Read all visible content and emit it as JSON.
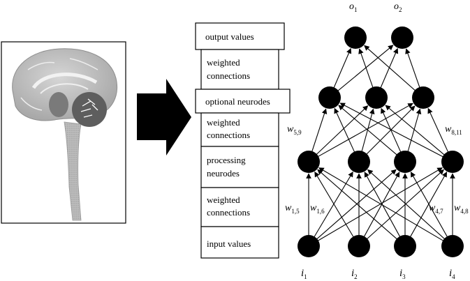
{
  "layers": [
    {
      "lines": [
        "output values"
      ]
    },
    {
      "lines": [
        "weighted",
        "connections"
      ]
    },
    {
      "lines": [
        "optional neurodes"
      ]
    },
    {
      "lines": [
        "weighted",
        "connections"
      ]
    },
    {
      "lines": [
        "processing",
        "neurodes"
      ]
    },
    {
      "lines": [
        "weighted",
        "connections"
      ]
    },
    {
      "lines": [
        "input values"
      ]
    }
  ],
  "network": {
    "outputs": [
      {
        "base": "o",
        "sub": "1"
      },
      {
        "base": "o",
        "sub": "2"
      }
    ],
    "inputs": [
      {
        "base": "i",
        "sub": "1"
      },
      {
        "base": "i",
        "sub": "2"
      },
      {
        "base": "i",
        "sub": "3"
      },
      {
        "base": "i",
        "sub": "4"
      }
    ],
    "weights": [
      {
        "base": "w",
        "sub": "5,9"
      },
      {
        "base": "w",
        "sub": "8,11"
      },
      {
        "base": "w",
        "sub": "1,5"
      },
      {
        "base": "w",
        "sub": "1,6"
      },
      {
        "base": "w",
        "sub": "4,7"
      },
      {
        "base": "w",
        "sub": "4,8"
      }
    ],
    "layer_sizes": [
      4,
      4,
      3,
      2
    ]
  },
  "illustration": {
    "icon": "brain-icon"
  }
}
